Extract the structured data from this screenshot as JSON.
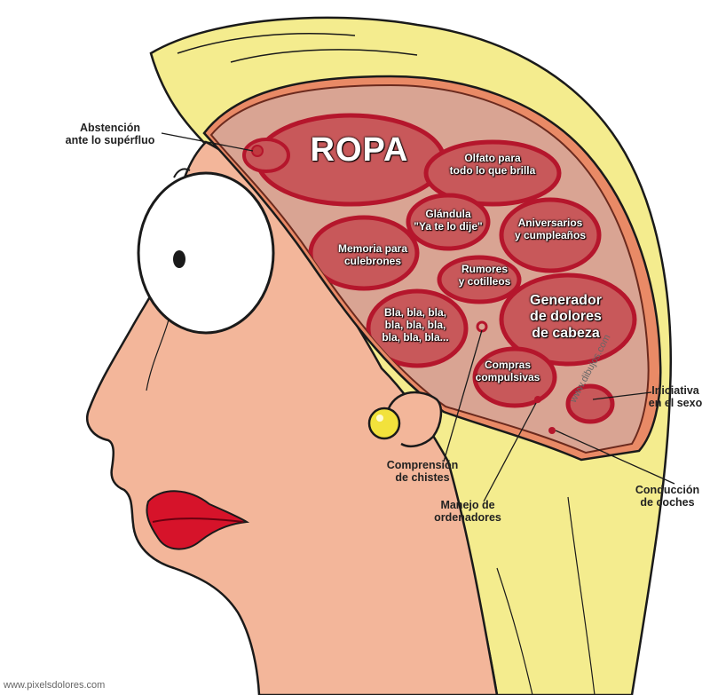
{
  "labels": {
    "abstencion": "Abstención\nante lo supérfluo",
    "ropa": "ROPA",
    "olfato": "Olfato para\ntodo lo que brilla",
    "glandula": "Glándula\n\"Ya te lo dije\"",
    "aniversarios": "Aniversarios\ny cumpleaños",
    "memoria": "Memoria para\nculebrones",
    "rumores": "Rumores\ny cotilleos",
    "generador": "Generador\nde dolores\nde cabeza",
    "bla": "Bla, bla, bla,\nbla, bla, bla,\nbla, bla, bla...",
    "compras": "Compras\ncompulsivas",
    "iniciativa": "Iniciativa\nen el sexo",
    "comprension": "Comprensión\nde chistes",
    "manejo": "Manejo de\nordenadores",
    "conduccion": "Conducción\nde coches"
  },
  "watermarks": {
    "side": "www.dibujos.com",
    "bottom": "www.pixelsdolores.com"
  },
  "colors": {
    "hair": "#f4ec8e",
    "skin": "#f3b69a",
    "brain_bg": "#d9a493",
    "lobe": "#c1393f",
    "lips": "#d6132a",
    "earring": "#f2e23c",
    "outline": "#1a1a1a"
  }
}
